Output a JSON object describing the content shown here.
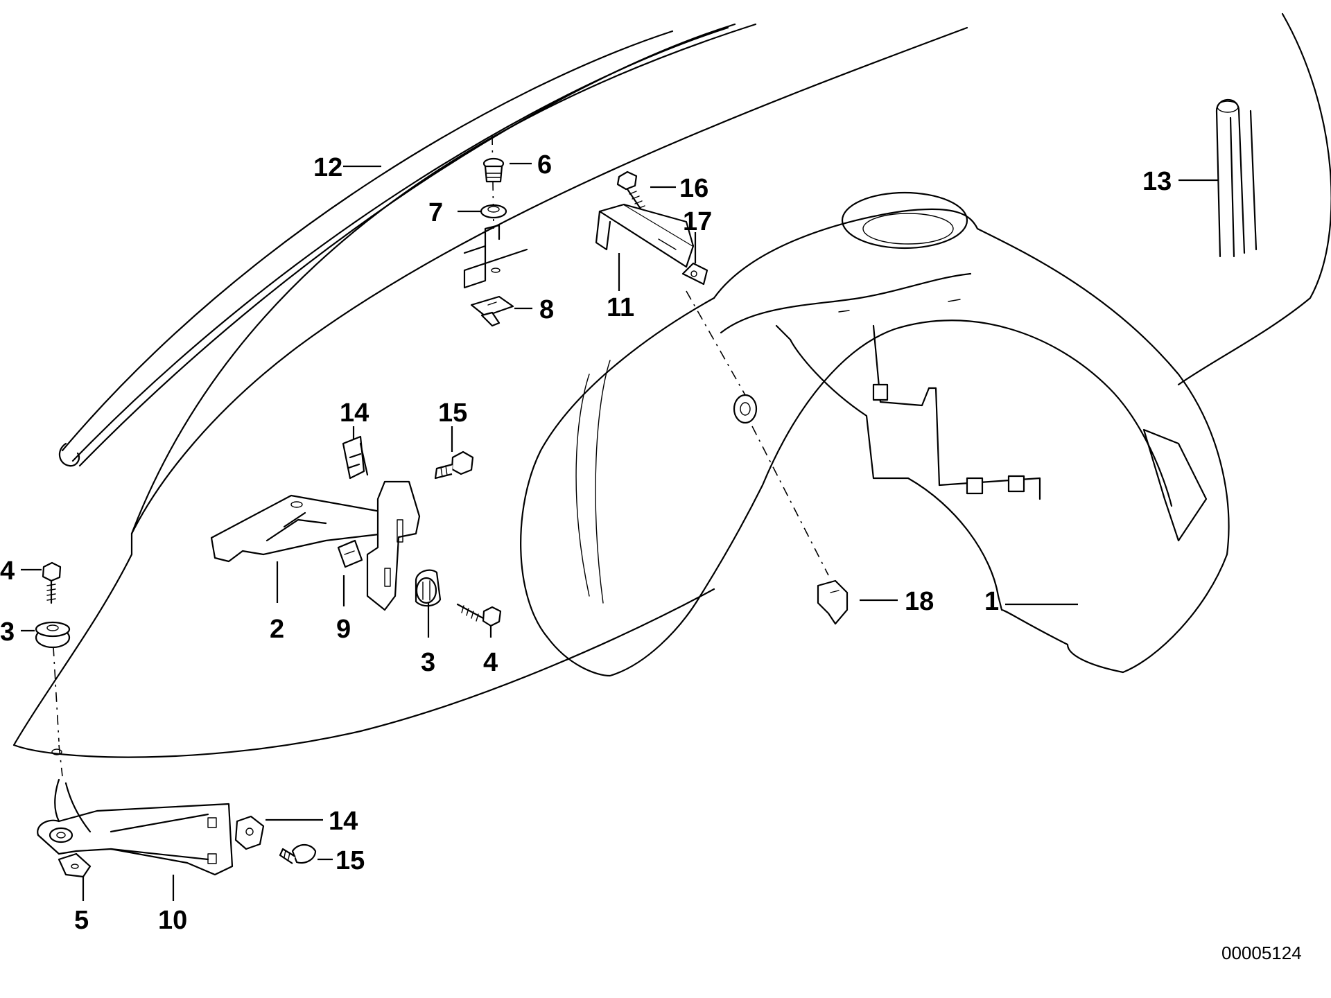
{
  "diagram": {
    "callouts": {
      "c1": "1",
      "c2": "2",
      "c3a": "3",
      "c3b": "3",
      "c4a": "4",
      "c4b": "4",
      "c5": "5",
      "c6": "6",
      "c7": "7",
      "c8": "8",
      "c9": "9",
      "c10": "10",
      "c11": "11",
      "c12": "12",
      "c13": "13",
      "c14a": "14",
      "c14b": "14",
      "c15a": "15",
      "c15b": "15",
      "c16": "16",
      "c17": "17",
      "c18": "18"
    },
    "document_number": "00005124"
  }
}
